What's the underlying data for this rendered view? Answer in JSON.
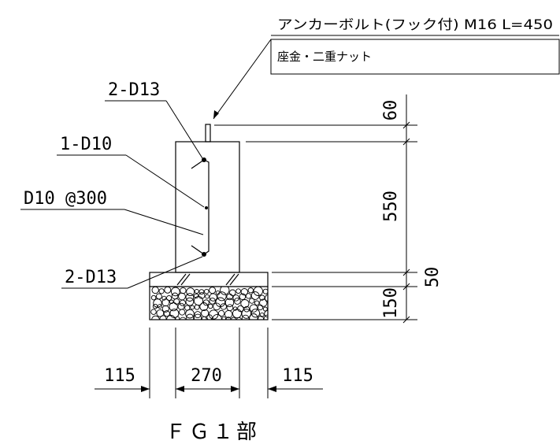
{
  "callouts": {
    "anchor_bolt": "アンカーボルト(フック付) M16 L=450",
    "washer_nut": "座金・二重ナット",
    "top_rebar": "2-D13",
    "mid_rebar": "1-D10",
    "stirrup": "D10 @300",
    "bottom_rebar": "2-D13"
  },
  "dimensions": {
    "vertical": [
      "60",
      "550",
      "50",
      "150"
    ],
    "horizontal": [
      "115",
      "270",
      "115"
    ]
  },
  "caption": "ＦＧ１部"
}
